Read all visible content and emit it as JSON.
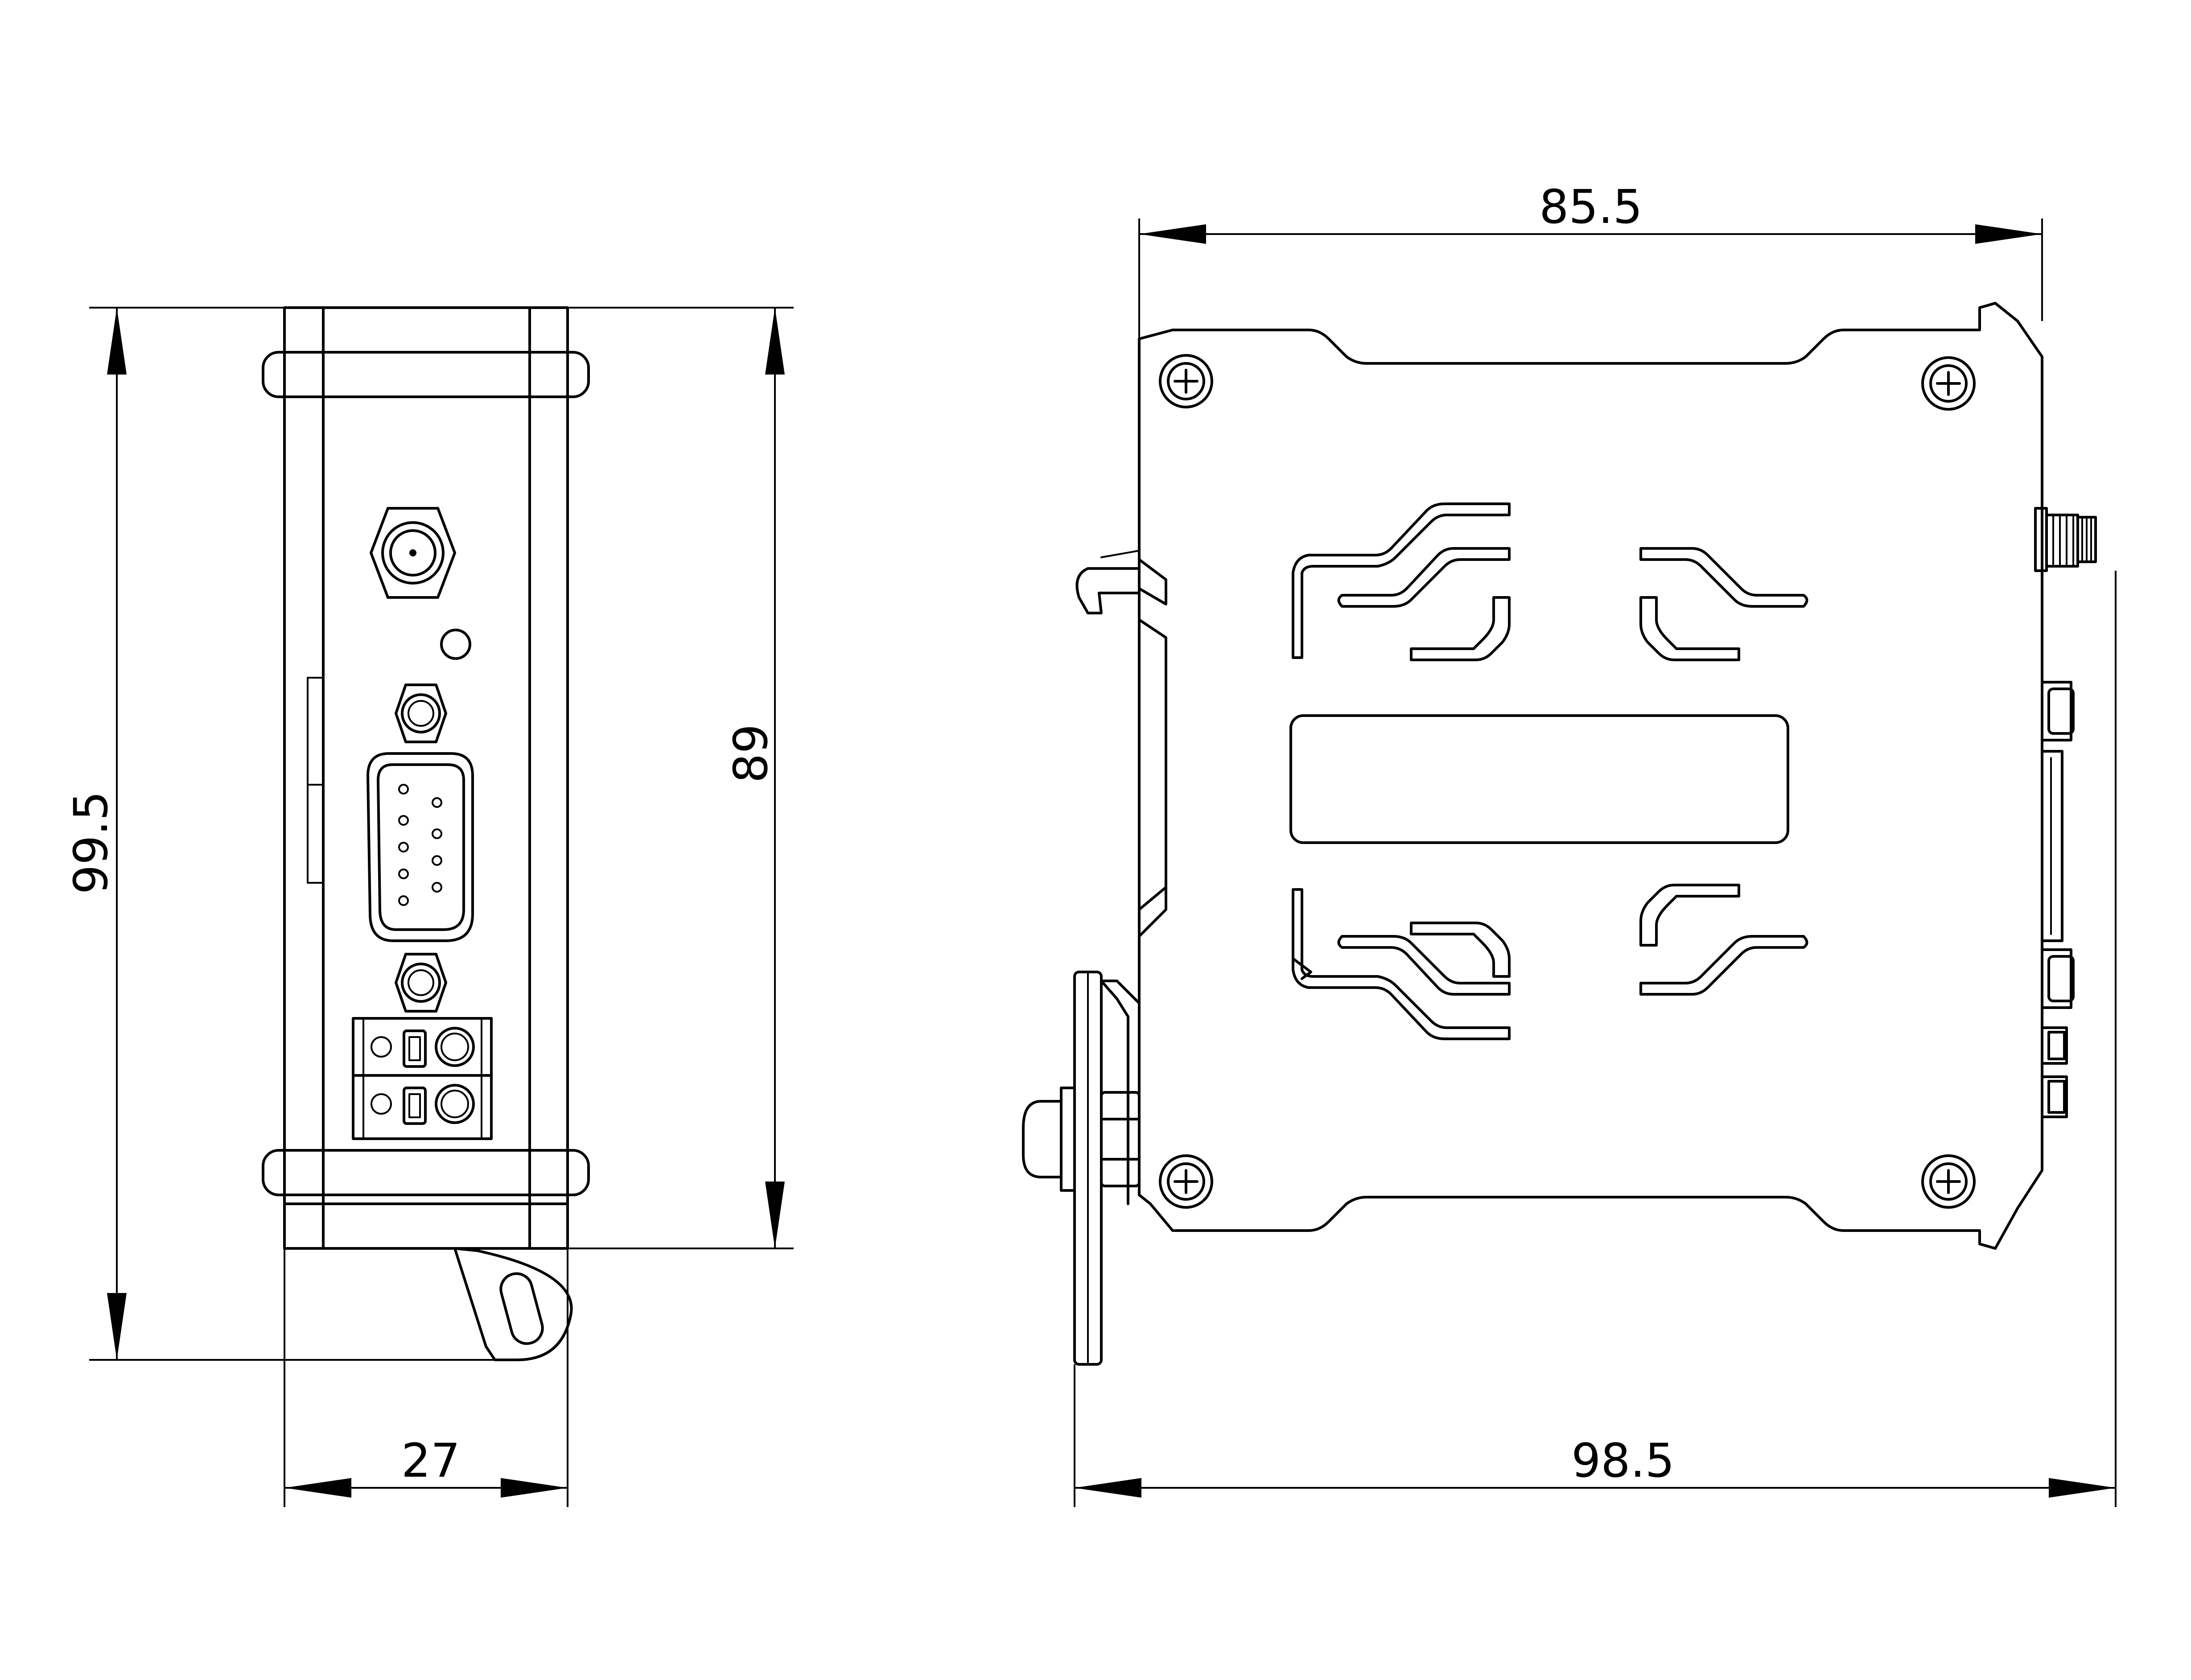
{
  "dimensions": {
    "front_total_height": "99.5",
    "front_body_height": "89",
    "front_width": "27",
    "side_body_width": "85.5",
    "side_total_width": "98.5"
  }
}
